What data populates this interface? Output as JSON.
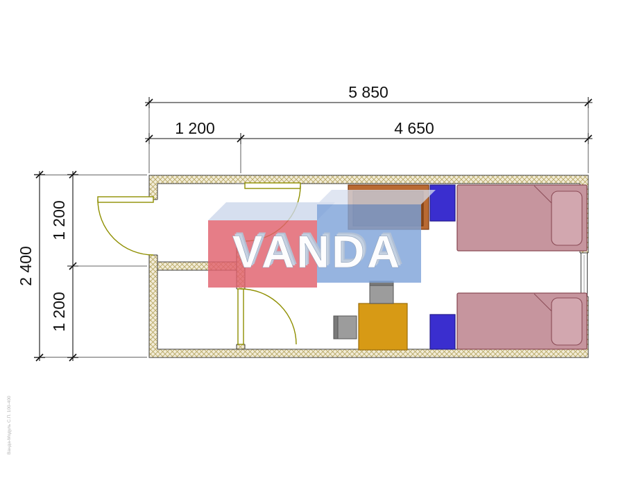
{
  "dimensions": {
    "top_total": "5 850",
    "top_segment_left": "1 200",
    "top_segment_right": "4 650",
    "side_total": "2 400",
    "side_segment_top": "1 200",
    "side_segment_bottom": "1 200"
  },
  "watermark": {
    "text": "VANDA",
    "red_color": "#e0606c",
    "blue_color": "#7fa3d9"
  },
  "footer": {
    "note": "Ванда-Модуль С.П. 100-400"
  },
  "colors": {
    "wall_fill": "#f2ecd8",
    "wall_hatch_line": "#b5a55e",
    "wall_outline": "#3c3c3c",
    "door": "#8f8f00",
    "bed": "#c6959e",
    "pillow": "#d2a7af",
    "nightstand": "#3a2ecf",
    "table": "#d79a15",
    "wardrobe_outer": "#b96a33",
    "wardrobe_inner": "#8c4a1c",
    "chair": "#9c9c9c"
  }
}
